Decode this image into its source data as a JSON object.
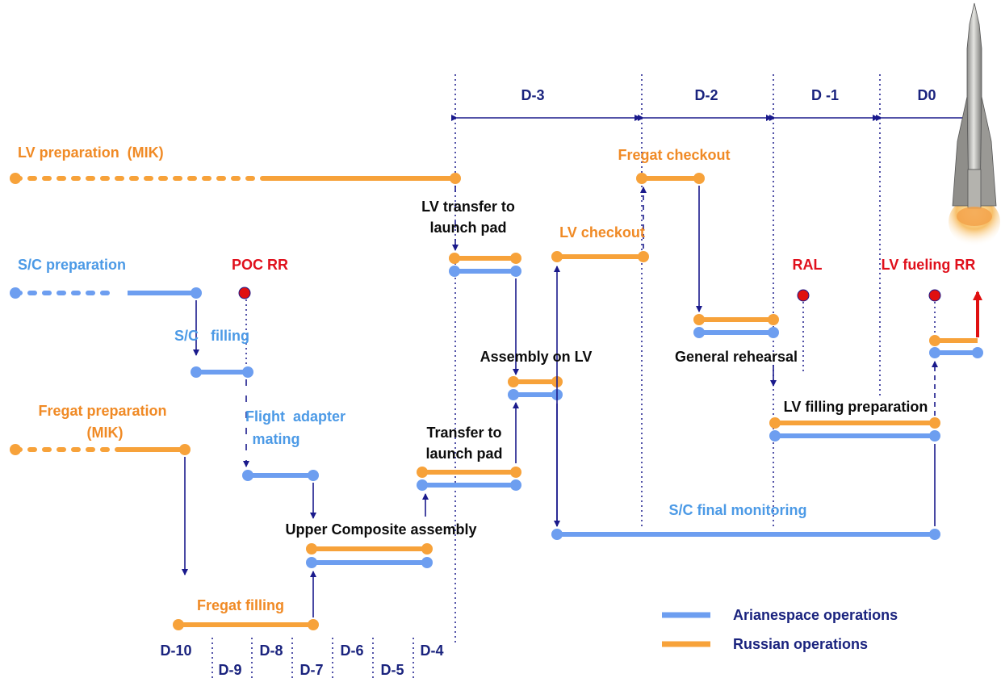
{
  "colors": {
    "arianespace": "#6d9ef0",
    "russian": "#f7a23a",
    "arrow": "#1a1a8c",
    "review": "#e01010",
    "orange_text": "#f08a25",
    "blue_text": "#4c9ae6",
    "red_text": "#e0101c"
  },
  "days": {
    "d3": "D-3",
    "d2": "D-2",
    "d1": "D -1",
    "d0": "D0",
    "d10": "D-10",
    "d9": "D-9",
    "d8": "D-8",
    "d7": "D-7",
    "d6": "D-6",
    "d5": "D-5",
    "d4": "D-4"
  },
  "labels": {
    "lv_preparation": "LV preparation  (MIK)",
    "sc_preparation": "S/C preparation",
    "poc_rr": "POC RR",
    "sc_filling": "S/C   filling",
    "fregat_prep_1": "Fregat preparation",
    "fregat_prep_2": "(MIK)",
    "flight_adapter_1": "Flight  adapter",
    "flight_adapter_2": "mating",
    "upper_composite": "Upper Composite assembly",
    "fregat_filling": "Fregat filling",
    "transfer_1": "Transfer to",
    "transfer_2": "launch pad",
    "lv_transfer_1": "LV transfer to",
    "lv_transfer_2": "launch pad",
    "assembly_on_lv": "Assembly on LV",
    "lv_checkout": "LV checkout",
    "fregat_checkout": "Fregat checkout",
    "general_rehearsal": "General rehearsal",
    "ral": "RAL",
    "lv_fueling_rr": "LV fueling RR",
    "lv_filling_prep": "LV filling preparation",
    "sc_final_monitoring": "S/C final monitoring"
  },
  "legend": {
    "arianespace": "Arianespace operations",
    "russian": "Russian operations"
  }
}
